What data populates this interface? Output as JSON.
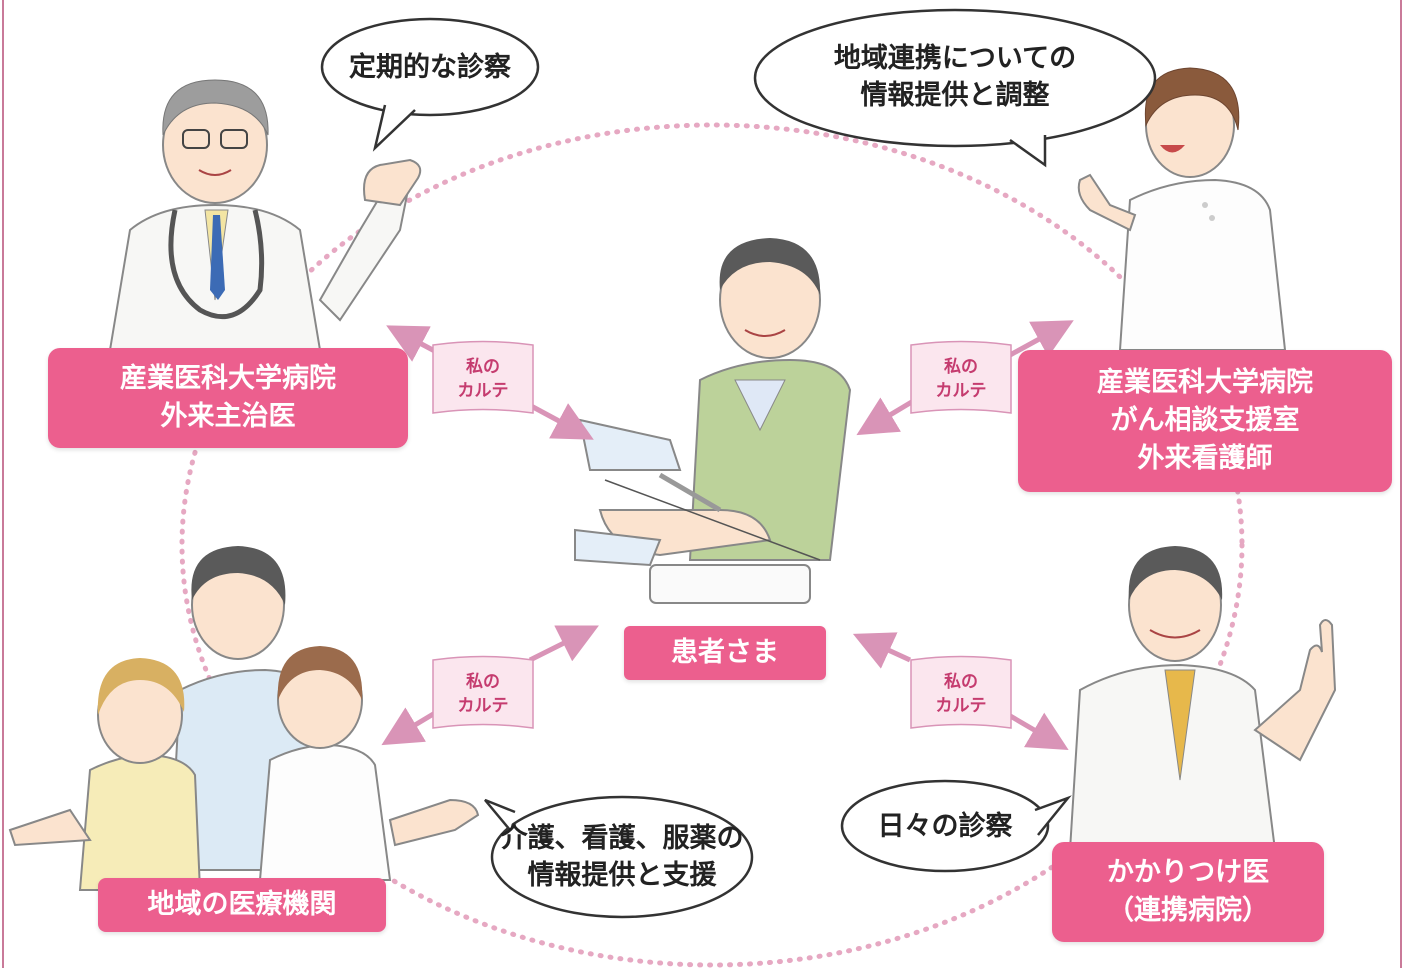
{
  "labels": {
    "univ_doctor": [
      "産業医科大学病院",
      "外来主治医"
    ],
    "cancer_nurse": [
      "産業医科大学病院",
      "がん相談支援室",
      "外来看護師"
    ],
    "patient": "患者さま",
    "local_institutions": "地域の医療機関",
    "family_doctor": [
      "かかりつけ医",
      "（連携病院）"
    ]
  },
  "bubbles": {
    "univ_doctor": "定期的な診察",
    "cancer_nurse": [
      "地域連携についての",
      "情報提供と調整"
    ],
    "local_institutions": [
      "介護、看護、服薬の",
      "情報提供と支援"
    ],
    "family_doctor": "日々の診察"
  },
  "cards": {
    "top_left": [
      "私の",
      "カルテ"
    ],
    "top_right": [
      "私の",
      "カルテ"
    ],
    "bottom_left": [
      "私の",
      "カルテ"
    ],
    "bottom_right": [
      "私の",
      "カルテ"
    ]
  },
  "colors": {
    "label_pink": "#ec5f8e",
    "dotted_circle": "#e6a8c2",
    "arrow_pink": "#d994b7",
    "card_bg": "#fbe6ee",
    "card_text": "#c53c6f"
  },
  "icons": {
    "univ_doctor": "doctor-waving-illustration",
    "cancer_nurse": "nurse-pointing-illustration",
    "patient": "patient-receiving-injection-illustration",
    "local_institutions": "care-staff-group-illustration",
    "family_doctor": "doctor-pointing-up-illustration"
  }
}
